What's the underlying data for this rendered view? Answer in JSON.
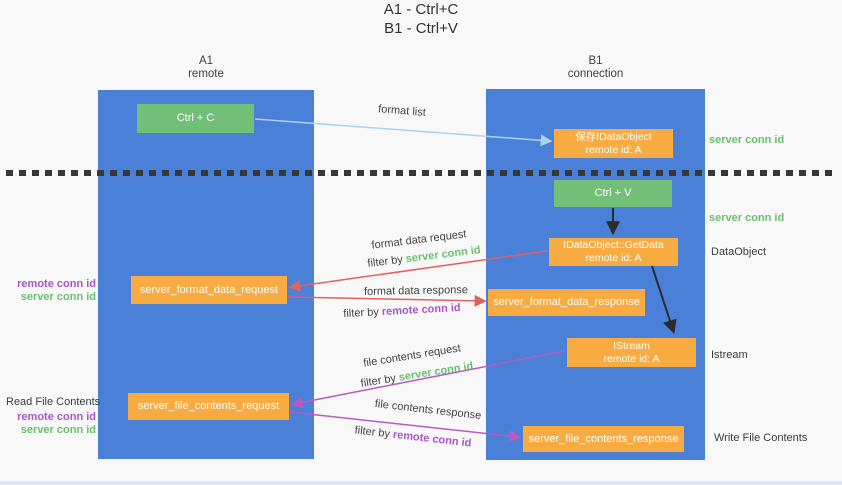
{
  "title": {
    "line1": "A1 - Ctrl+C",
    "line2": "B1 - Ctrl+V"
  },
  "lanes": {
    "left": {
      "name": "A1",
      "subtitle": "remote"
    },
    "right": {
      "name": "B1",
      "subtitle": "connection"
    }
  },
  "nodes": {
    "ctrl_c": {
      "label": "Ctrl + C"
    },
    "save_idataobject": {
      "line1": "保存IDataObject",
      "line2": "remote id: A"
    },
    "ctrl_v": {
      "label": "Ctrl + V"
    },
    "getdata": {
      "line1": "IDataObject::GetData",
      "line2": "remote id: A"
    },
    "server_format_data_request": {
      "label": "server_format_data_request"
    },
    "server_format_data_response": {
      "label": "server_format_data_response"
    },
    "istream": {
      "line1": "IStream",
      "line2": "remote id: A"
    },
    "server_file_contents_request": {
      "label": "server_file_contents_request"
    },
    "server_file_contents_response": {
      "label": "server_file_contents_response"
    }
  },
  "flow_labels": {
    "format_list": "format list",
    "format_data_request": "format data request",
    "format_data_response": "format data response",
    "file_contents_request": "file contents request",
    "file_contents_response": "file contents response",
    "filter_by": "filter by ",
    "server_conn_id": "server conn id",
    "remote_conn_id": "remote conn id"
  },
  "annotations": {
    "left_top": {
      "remote": "remote conn id",
      "server": "server conn id"
    },
    "read_file_contents": "Read File Contents",
    "left_bottom": {
      "remote": "remote conn id",
      "server": "server conn id"
    },
    "right_server_conn_top": "server conn id",
    "right_server_conn_mid": "server conn id",
    "dataobject": "DataObject",
    "istream": "Istream",
    "write_file_contents": "Write File Contents"
  },
  "colors": {
    "panel_blue": "#4a80d8",
    "box_green": "#73bf78",
    "box_orange": "#f8ab41",
    "arrow_light_blue": "#a9d3ee",
    "arrow_red": "#e06262",
    "arrow_magenta": "#b75bc3",
    "arrow_black": "#2b2b2b",
    "text_green": "#6abf6e",
    "text_purple": "#a855c8",
    "background": "#f8f8f8"
  }
}
